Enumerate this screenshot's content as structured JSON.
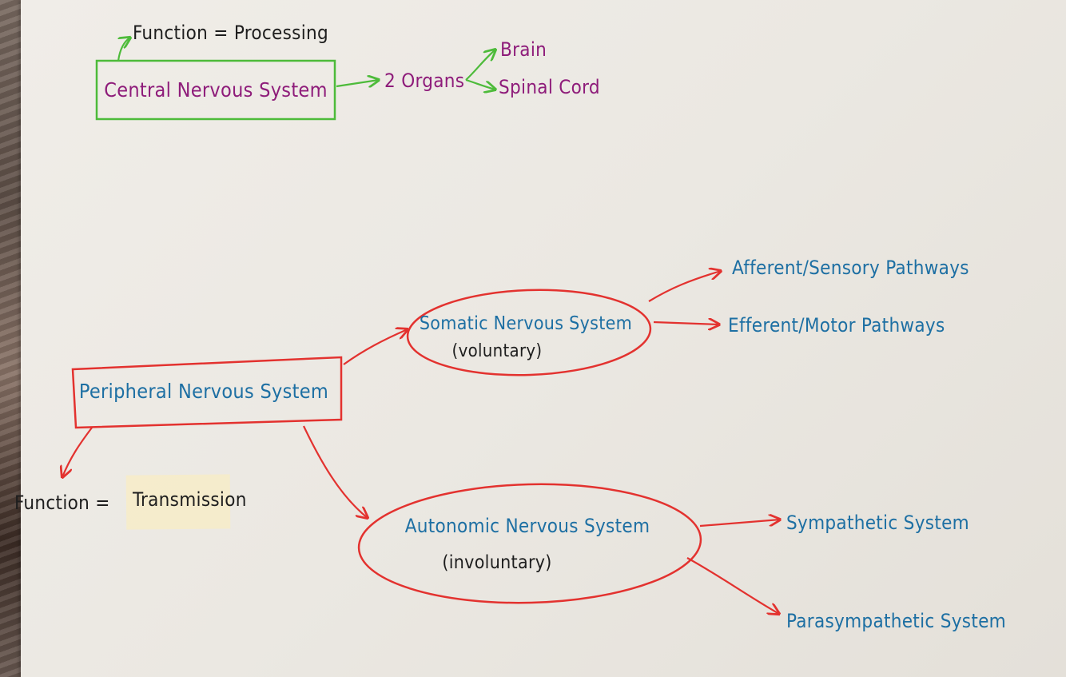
{
  "nodes": {
    "cns": "Central Nervous System",
    "cns_function": "Function = Processing",
    "organs": "2 Organs",
    "brain": "Brain",
    "spinal_cord": "Spinal Cord",
    "pns": "Peripheral Nervous System",
    "pns_function_label": "Function =",
    "pns_function_value": "Transmission",
    "somatic": "Somatic Nervous System",
    "somatic_note": "(voluntary)",
    "afferent": "Afferent/Sensory Pathways",
    "efferent": "Efferent/Motor Pathways",
    "autonomic": "Autonomic Nervous System",
    "autonomic_note": "(involuntary)",
    "sympathetic": "Sympathetic System",
    "parasympathetic": "Parasympathetic System"
  },
  "colors": {
    "cns_ink": "#8e1c7a",
    "cns_frame": "#4dbb3a",
    "pns_ink": "#1d6fa3",
    "pns_frame": "#e3322f",
    "note_ink": "#1e1e1e",
    "tape": "#f6ecc9"
  }
}
